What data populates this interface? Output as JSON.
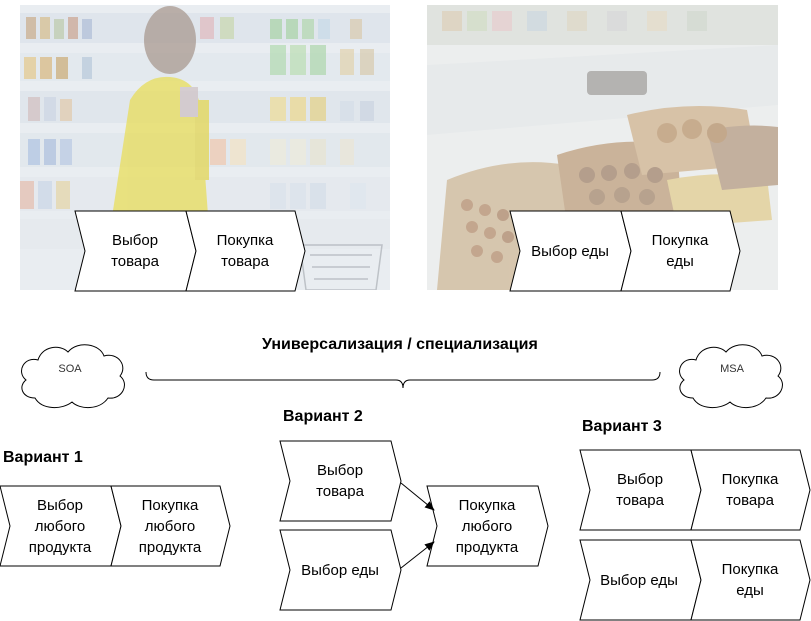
{
  "photo_store": {
    "steps": [
      "Выбор\nтовара",
      "Покупка\nтовара"
    ]
  },
  "photo_food": {
    "steps": [
      "Выбор еды",
      "Покупка\nеды"
    ]
  },
  "scale": {
    "label": "Универсализация / специализация",
    "left_cloud": "SOA",
    "right_cloud": "MSA"
  },
  "variant1": {
    "title": "Вариант 1",
    "steps": [
      "Выбор\nлюбого\nпродукта",
      "Покупка\nлюбого\nпродукта"
    ]
  },
  "variant2": {
    "title": "Вариант 2",
    "choice_goods": "Выбор\nтовара",
    "choice_food": "Выбор еды",
    "purchase": "Покупка\nлюбого\nпродукта"
  },
  "variant3": {
    "title": "Вариант 3",
    "row1": [
      "Выбор\nтовара",
      "Покупка\nтовара"
    ],
    "row2": [
      "Выбор еды",
      "Покупка\nеды"
    ]
  },
  "colors": {
    "stroke": "#000000",
    "shelf_yellow": "#f0e060",
    "food_brown": "#c49a5e"
  }
}
